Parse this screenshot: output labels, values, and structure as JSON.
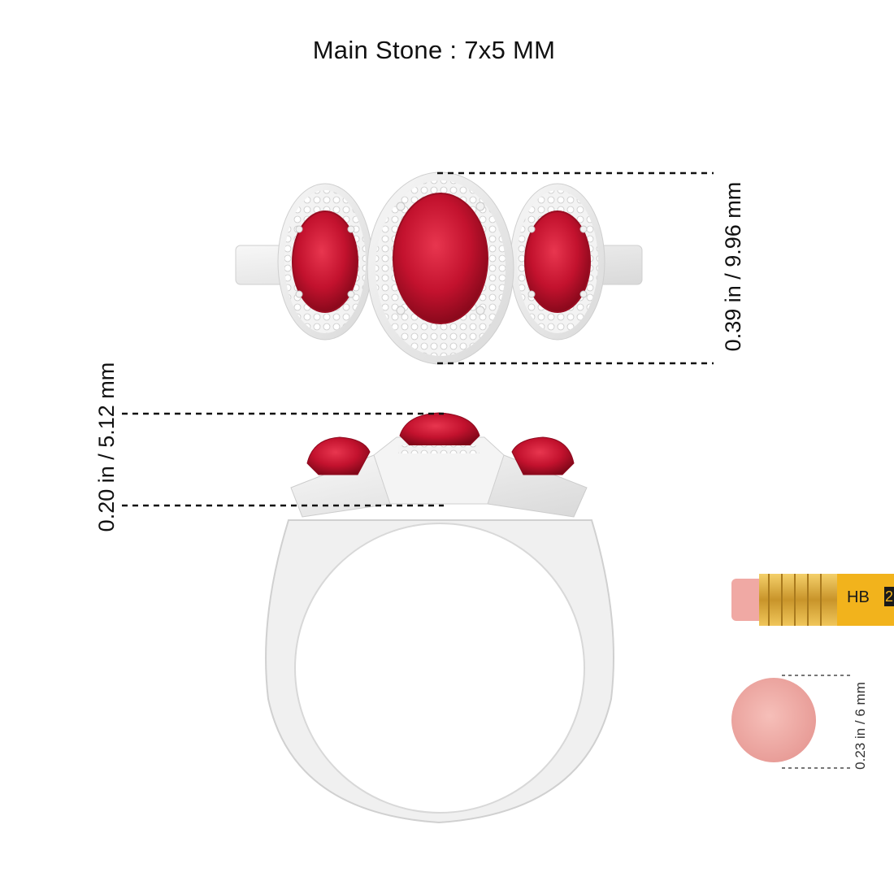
{
  "title": "Main Stone : 7x5 MM",
  "dimensions": {
    "top_view_height": "0.39 in / 9.96 mm",
    "side_view_height": "0.20 in / 5.12 mm",
    "eraser_diameter": "0.23 in / 6 mm"
  },
  "pencil": {
    "grade_text": "HB",
    "number_text": "2"
  },
  "colors": {
    "ruby": "#c3122e",
    "ruby_dark": "#8e0a1f",
    "metal": "#eeeeee",
    "metal_shade": "#d4d4d4",
    "pencil_yellow": "#f0b21e",
    "ferrule_gold": "#c89a2c",
    "eraser_pink": "#f0a9a4",
    "dash_line": "#111111"
  }
}
